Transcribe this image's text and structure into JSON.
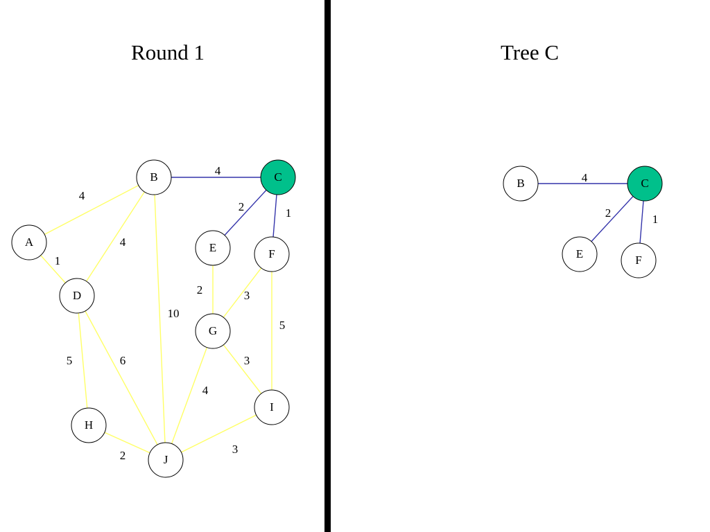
{
  "colors": {
    "candidate_edge": "#ffff66",
    "tree_edge": "#3333aa",
    "selected_node": "#00c08b",
    "node_fill": "#ffffff",
    "stroke": "#000000"
  },
  "left_panel": {
    "title": "Round 1",
    "nodes": [
      {
        "id": "A",
        "label": "A",
        "selected": false
      },
      {
        "id": "B",
        "label": "B",
        "selected": false
      },
      {
        "id": "C",
        "label": "C",
        "selected": true
      },
      {
        "id": "D",
        "label": "D",
        "selected": false
      },
      {
        "id": "E",
        "label": "E",
        "selected": false
      },
      {
        "id": "F",
        "label": "F",
        "selected": false
      },
      {
        "id": "G",
        "label": "G",
        "selected": false
      },
      {
        "id": "H",
        "label": "H",
        "selected": false
      },
      {
        "id": "I",
        "label": "I",
        "selected": false
      },
      {
        "id": "J",
        "label": "J",
        "selected": false
      }
    ],
    "edges": [
      {
        "from": "A",
        "to": "B",
        "weight": "4",
        "type": "candidate"
      },
      {
        "from": "A",
        "to": "D",
        "weight": "1",
        "type": "candidate"
      },
      {
        "from": "B",
        "to": "D",
        "weight": "4",
        "type": "candidate"
      },
      {
        "from": "B",
        "to": "J",
        "weight": "10",
        "type": "candidate"
      },
      {
        "from": "B",
        "to": "C",
        "weight": "4",
        "type": "tree"
      },
      {
        "from": "C",
        "to": "E",
        "weight": "2",
        "type": "tree"
      },
      {
        "from": "C",
        "to": "F",
        "weight": "1",
        "type": "tree"
      },
      {
        "from": "E",
        "to": "G",
        "weight": "2",
        "type": "candidate"
      },
      {
        "from": "F",
        "to": "G",
        "weight": "3",
        "type": "candidate"
      },
      {
        "from": "F",
        "to": "I",
        "weight": "5",
        "type": "candidate"
      },
      {
        "from": "D",
        "to": "H",
        "weight": "5",
        "type": "candidate"
      },
      {
        "from": "D",
        "to": "J",
        "weight": "6",
        "type": "candidate"
      },
      {
        "from": "G",
        "to": "J",
        "weight": "4",
        "type": "candidate"
      },
      {
        "from": "G",
        "to": "I",
        "weight": "3",
        "type": "candidate"
      },
      {
        "from": "H",
        "to": "J",
        "weight": "2",
        "type": "candidate"
      },
      {
        "from": "J",
        "to": "I",
        "weight": "3",
        "type": "candidate"
      }
    ]
  },
  "right_panel": {
    "title": "Tree C",
    "nodes": [
      {
        "id": "B",
        "label": "B",
        "selected": false
      },
      {
        "id": "C",
        "label": "C",
        "selected": true
      },
      {
        "id": "E",
        "label": "E",
        "selected": false
      },
      {
        "id": "F",
        "label": "F",
        "selected": false
      }
    ],
    "edges": [
      {
        "from": "B",
        "to": "C",
        "weight": "4",
        "type": "tree"
      },
      {
        "from": "C",
        "to": "E",
        "weight": "2",
        "type": "tree"
      },
      {
        "from": "C",
        "to": "F",
        "weight": "1",
        "type": "tree"
      }
    ]
  }
}
